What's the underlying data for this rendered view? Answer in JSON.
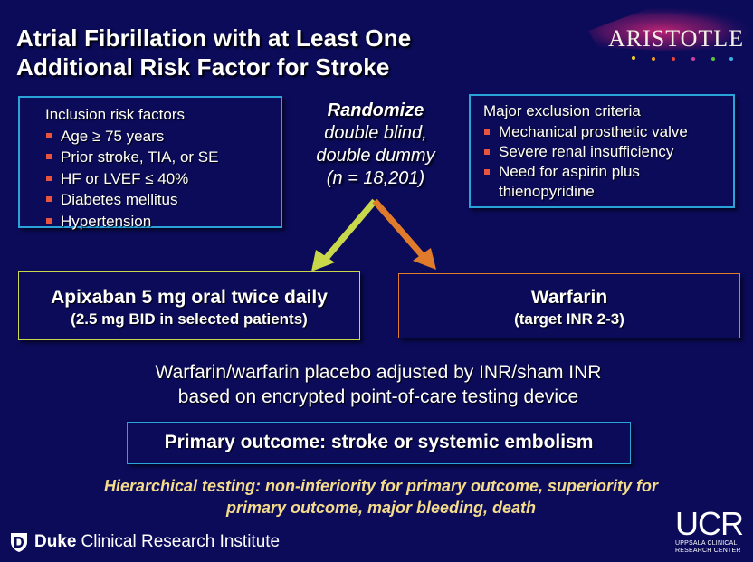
{
  "title": {
    "line1": "Atrial Fibrillation with at Least One",
    "line2": "Additional Risk Factor for Stroke"
  },
  "logo": {
    "text": "ARISTOTLE"
  },
  "inclusion": {
    "heading": "Inclusion risk factors",
    "items": [
      "Age ≥ 75 years",
      "Prior stroke, TIA, or SE",
      "HF or LVEF ≤ 40%",
      "Diabetes mellitus",
      "Hypertension"
    ]
  },
  "randomize": {
    "line1": "Randomize",
    "line2": "double blind,",
    "line3": "double dummy",
    "line4": "(n = 18,201)"
  },
  "exclusion": {
    "heading": "Major exclusion criteria",
    "items": [
      "Mechanical prosthetic valve",
      "Severe renal insufficiency",
      "Need for aspirin plus thienopyridine"
    ]
  },
  "arms": {
    "apixaban": {
      "line1": "Apixaban 5 mg oral twice daily",
      "line2": "(2.5 mg BID in selected patients)"
    },
    "warfarin": {
      "line1": "Warfarin",
      "line2": "(target INR 2-3)"
    }
  },
  "warfarin_note": {
    "line1": "Warfarin/warfarin placebo adjusted by INR/sham INR",
    "line2": "based on encrypted point-of-care testing device"
  },
  "primary_outcome": "Primary outcome: stroke or systemic embolism",
  "hierarchical": {
    "line1": "Hierarchical testing: non-inferiority for primary outcome, superiority for",
    "line2": "primary outcome, major bleeding, death"
  },
  "footer": {
    "duke_bold": "Duke",
    "duke_rest": "Clinical Research Institute",
    "ucr_main": "UCR",
    "ucr_sub1": "UPPSALA CLINICAL",
    "ucr_sub2": "RESEARCH CENTER"
  },
  "colors": {
    "background": "#0b0b5a",
    "box_border": "#29a3d8",
    "apixaban_arrow": "#c8d84a",
    "warfarin_arrow": "#e07b2c",
    "bullet": "#e8543c",
    "hierarchical_text": "#f5dc8a"
  }
}
